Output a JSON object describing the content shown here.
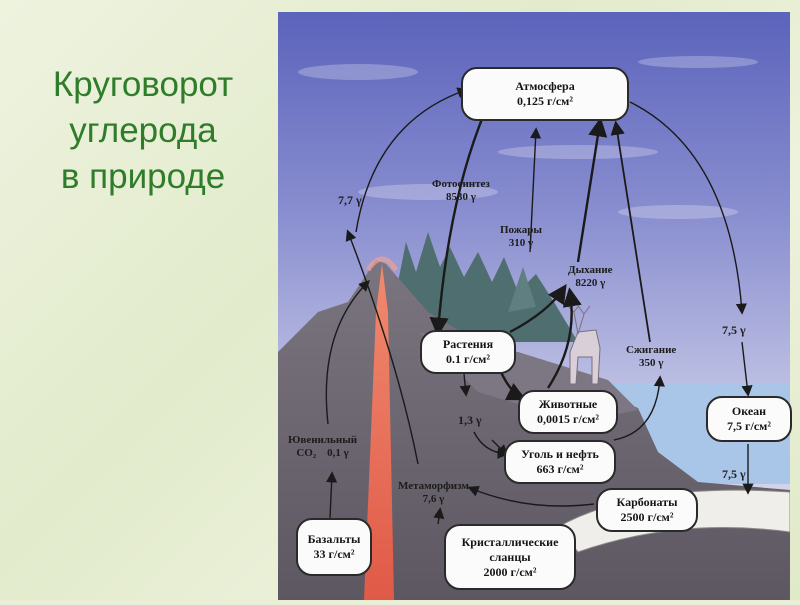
{
  "slide": {
    "title": "Круговорот\nуглерода\nв природе"
  },
  "boxes": {
    "atmosphere": {
      "name": "Атмосфера",
      "value": "0,125  г/см²"
    },
    "plants": {
      "name": "Растения",
      "value": "0.1 г/см²"
    },
    "animals": {
      "name": "Животные",
      "value": "0,0015 г/см²"
    },
    "coal_oil": {
      "name": "Уголь и нефть",
      "value": "663 г/см²"
    },
    "ocean": {
      "name": "Океан",
      "value": "7,5 г/см²"
    },
    "carbonates": {
      "name": "Карбонаты",
      "value": "2500 г/см²"
    },
    "schists": {
      "name": "Кристаллические\nсланцы",
      "value": "2000 г/см²"
    },
    "basalts": {
      "name": "Базальты",
      "value": "33 г/см²"
    }
  },
  "flows": {
    "photosynthesis": {
      "name": "Фотосинтез",
      "value": "8530 γ"
    },
    "fires": {
      "name": "Пожары",
      "value": "310 γ"
    },
    "respiration": {
      "name": "Дыхание",
      "value": "8220 γ"
    },
    "combustion": {
      "name": "Сжигание",
      "value": "350 γ"
    },
    "volcanic": {
      "value": "7,7 γ"
    },
    "ocean_in": {
      "value": "7,5 γ"
    },
    "ocean_out": {
      "value": "7,5 γ"
    },
    "burial": {
      "value": "1,3 γ"
    },
    "juvenile": {
      "name": "Ювенильный",
      "formula": "CO₂",
      "value": "0,1 γ"
    },
    "metamorphism": {
      "name": "Метаморфизм",
      "value": "7,6 γ"
    }
  },
  "colors": {
    "title": "#2f7d2a",
    "sky": "#6a73c4",
    "mountain": "#6d6671",
    "lava": "#e56b52",
    "ocean": "#a9c6e8",
    "forest": "#4f6e70"
  }
}
